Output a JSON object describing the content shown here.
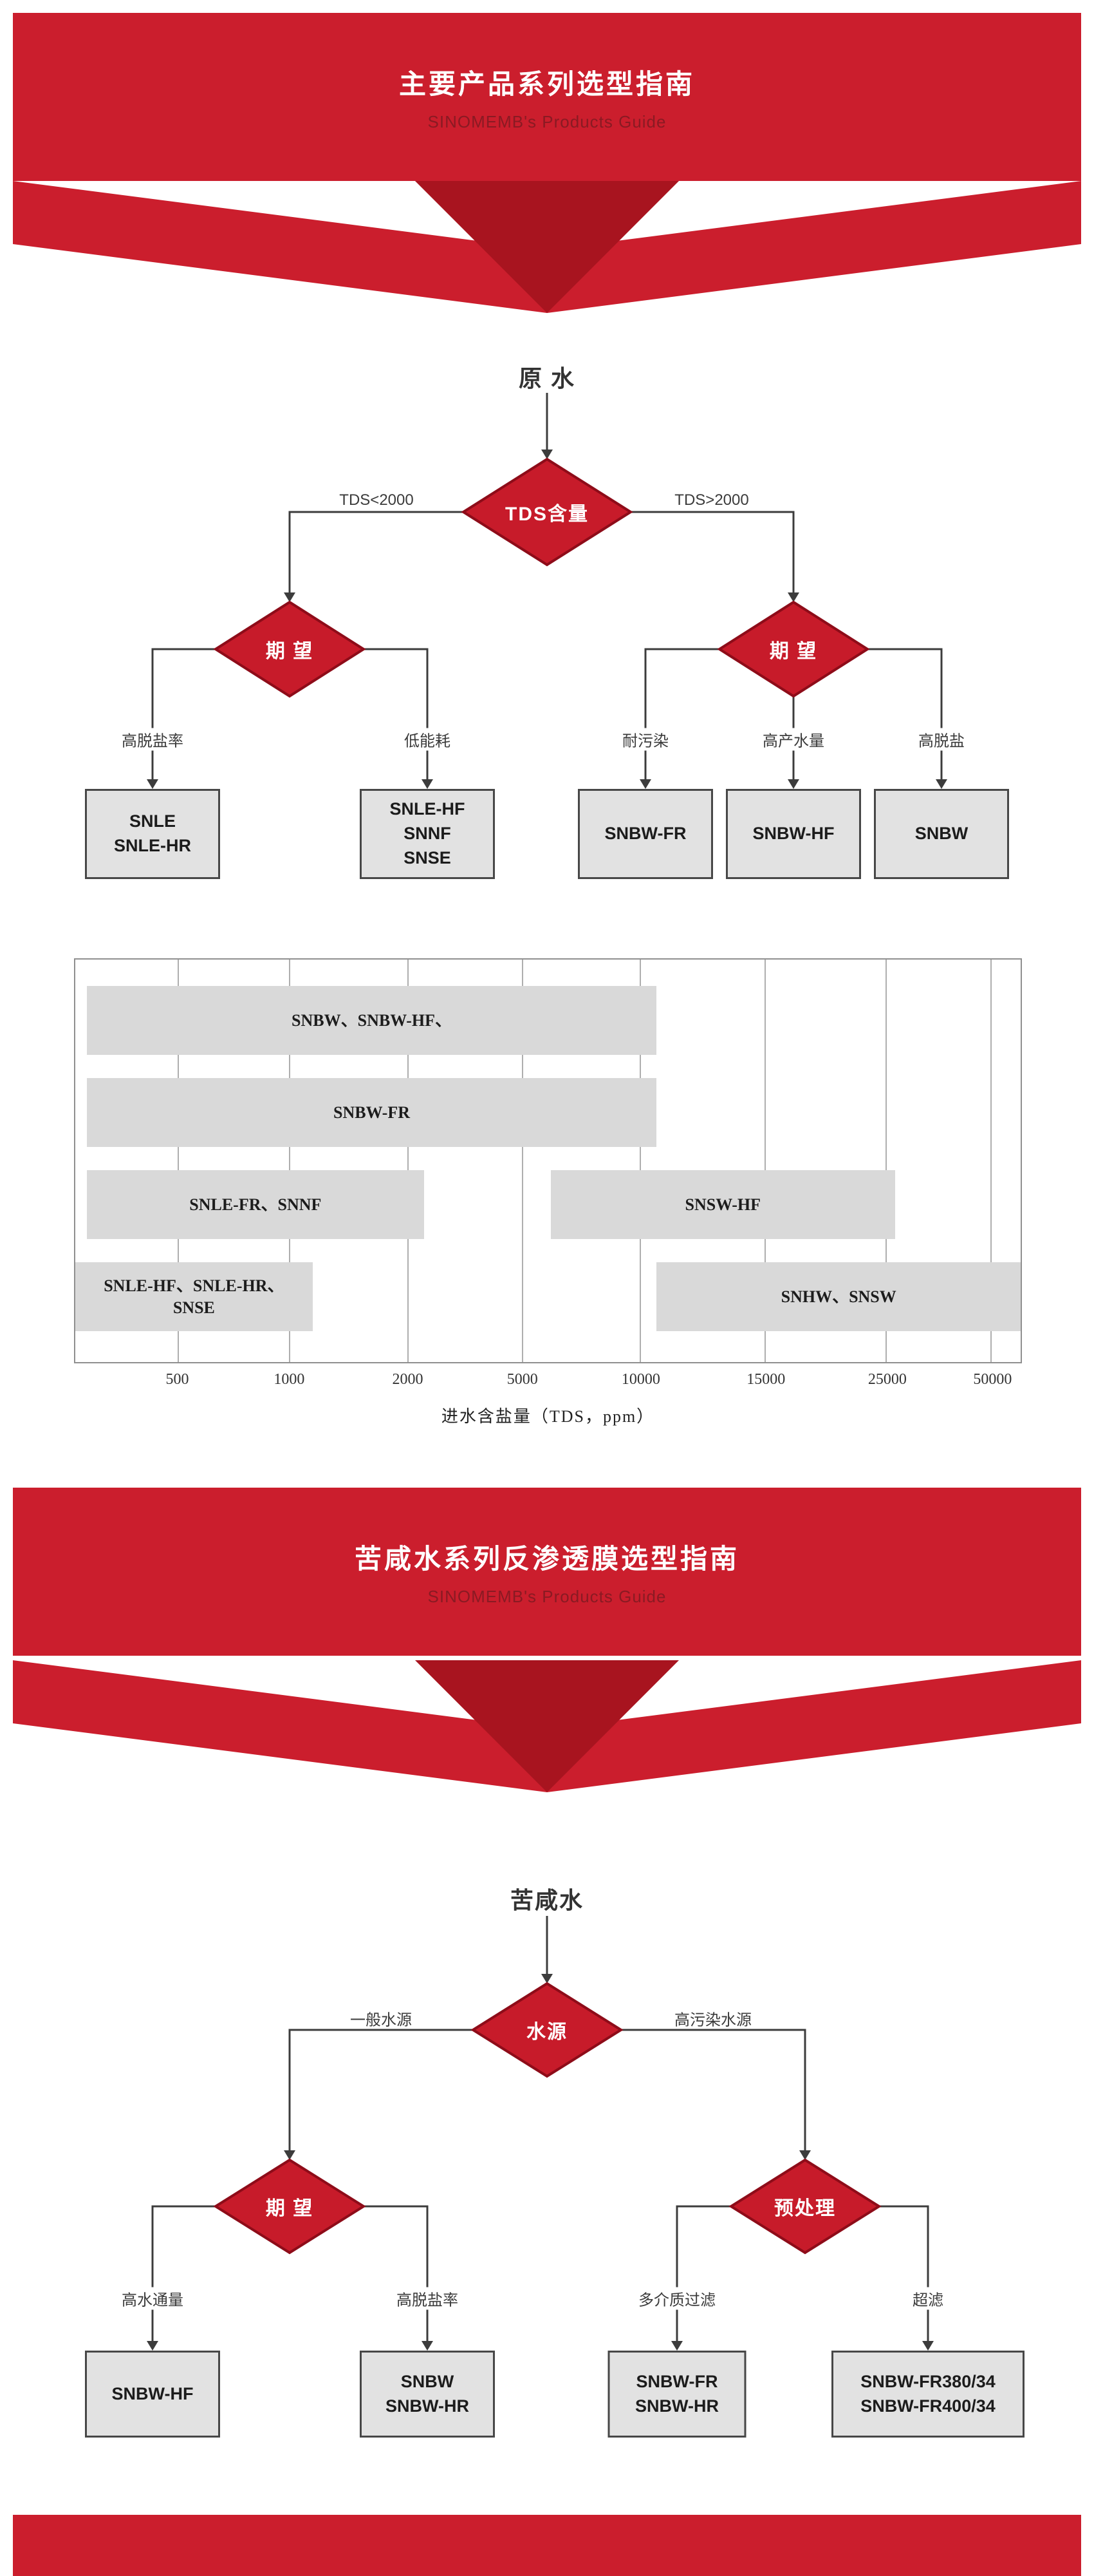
{
  "colors": {
    "banner_red": "#cb1e2d",
    "ribbon_fold_red": "#a8141f",
    "diamond_red": "#c71b2a",
    "diamond_border_red": "#8e0c19",
    "box_fill_gray": "#e2e2e2",
    "bar_fill_gray": "#d9d9d9"
  },
  "section1": {
    "header": {
      "title": "主要产品系列选型指南",
      "subtitle": "SINOMEMB's Products Guide"
    },
    "flowchart": {
      "source": "原 水",
      "decision_root": "TDS含量",
      "edge_left": "TDS<2000",
      "edge_right": "TDS>2000",
      "decision_left": "期 望",
      "decision_right": "期 望",
      "branches": [
        {
          "criterion": "高脱盐率",
          "products": "SNLE\nSNLE-HR"
        },
        {
          "criterion": "低能耗",
          "products": "SNLE-HF\nSNNF\nSNSE"
        },
        {
          "criterion": "耐污染",
          "products": "SNBW-FR"
        },
        {
          "criterion": "高产水量",
          "products": "SNBW-HF"
        },
        {
          "criterion": "高脱盐",
          "products": "SNBW"
        }
      ]
    }
  },
  "chart_data": {
    "type": "bar",
    "variant": "horizontal-range",
    "title": "",
    "xlabel": "进水含盐量（TDS，ppm）",
    "x_scale": "log-like",
    "x_ticks": [
      "500",
      "1000",
      "2000",
      "5000",
      "10000",
      "15000",
      "25000",
      "50000"
    ],
    "x_tick_fractions": [
      0.109,
      0.227,
      0.352,
      0.473,
      0.598,
      0.73,
      0.858,
      0.969
    ],
    "rows": [
      {
        "bars": [
          {
            "label": "SNBW、SNBW-HF、",
            "start_frac": 0.012,
            "end_frac": 0.615,
            "tds_range": [
              500,
              11000
            ]
          }
        ]
      },
      {
        "bars": [
          {
            "label": "SNBW-FR",
            "start_frac": 0.012,
            "end_frac": 0.615,
            "tds_range": [
              500,
              11000
            ]
          }
        ]
      },
      {
        "bars": [
          {
            "label": "SNLE-FR、SNNF",
            "start_frac": 0.012,
            "end_frac": 0.369,
            "tds_range": [
              500,
              2200
            ]
          },
          {
            "label": "SNSW-HF",
            "start_frac": 0.503,
            "end_frac": 0.867,
            "tds_range": [
              5500,
              26000
            ]
          }
        ]
      },
      {
        "bars": [
          {
            "label": "SNLE-HF、SNLE-HR、\nSNSE",
            "start_frac": 0.0,
            "end_frac": 0.251,
            "tds_range": [
              450,
              1400
            ]
          },
          {
            "label": "SNHW、SNSW",
            "start_frac": 0.615,
            "end_frac": 1.0,
            "tds_range": [
              11000,
              50000
            ]
          }
        ]
      }
    ]
  },
  "section2": {
    "header": {
      "title": "苦咸水系列反渗透膜选型指南",
      "subtitle": "SINOMEMB's Products Guide"
    },
    "flowchart": {
      "source": "苦咸水",
      "decision_root": "水源",
      "edge_left": "一般水源",
      "edge_right": "高污染水源",
      "decision_left": "期 望",
      "decision_right": "预处理",
      "branches": [
        {
          "criterion": "高水通量",
          "products": "SNBW-HF"
        },
        {
          "criterion": "高脱盐率",
          "products": "SNBW\nSNBW-HR"
        },
        {
          "criterion": "多介质过滤",
          "products": "SNBW-FR\nSNBW-HR"
        },
        {
          "criterion": "超滤",
          "products": "SNBW-FR380/34\nSNBW-FR400/34"
        }
      ]
    }
  }
}
